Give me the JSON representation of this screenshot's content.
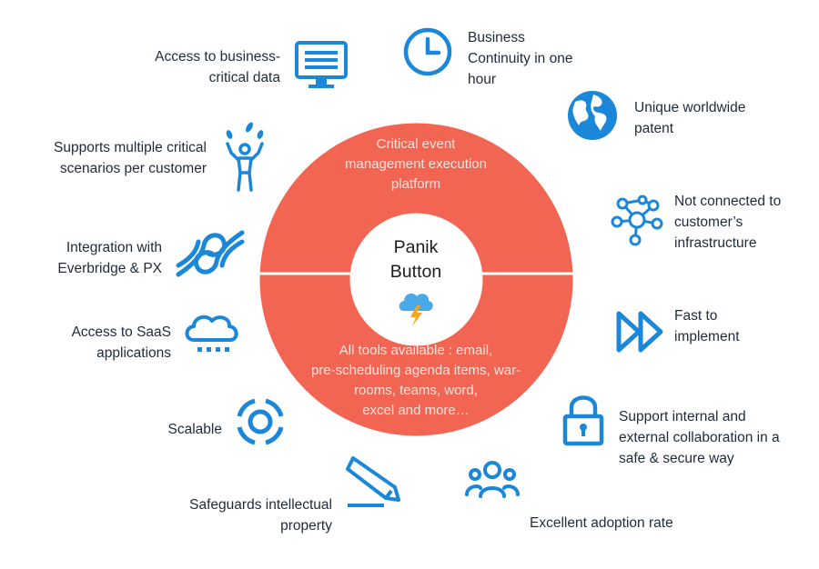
{
  "center": {
    "top_text": "Critical event\nmanagement execution\nplatform",
    "title": "Panik\nButton",
    "bottom_text": "All tools available : email,\npre-scheduling  agenda items, war-\nrooms, teams, word,\nexcel and more…"
  },
  "features": {
    "business_critical": "Access to business-\ncritical data",
    "continuity": "Business\nContinuity in one\nhour",
    "patent": "Unique worldwide\npatent",
    "scenarios": "Supports multiple critical\nscenarios per customer",
    "not_connected": "Not connected to\ncustomer’s\ninfrastructure",
    "integration": "Integration with\nEverbridge & PX",
    "fast": "Fast to\nimplement",
    "saas": "Access to SaaS\napplications",
    "collaboration": "Support internal and\nexternal collaboration in a\nsafe & secure way",
    "scalable": "Scalable",
    "safeguards": "Safeguards intellectual\nproperty",
    "adoption": "Excellent adoption rate"
  },
  "colors": {
    "ring": "#f26552",
    "icon_blue": "#1b87d8",
    "text": "#1f2a3a"
  },
  "icons": [
    "monitor-icon",
    "clock-icon",
    "globe-icon",
    "juggler-icon",
    "network-icon",
    "knot-icon",
    "fast-forward-icon",
    "cloud-icon",
    "lock-icon",
    "target-icon",
    "pencil-icon",
    "users-icon",
    "cloud-lightning-icon"
  ]
}
